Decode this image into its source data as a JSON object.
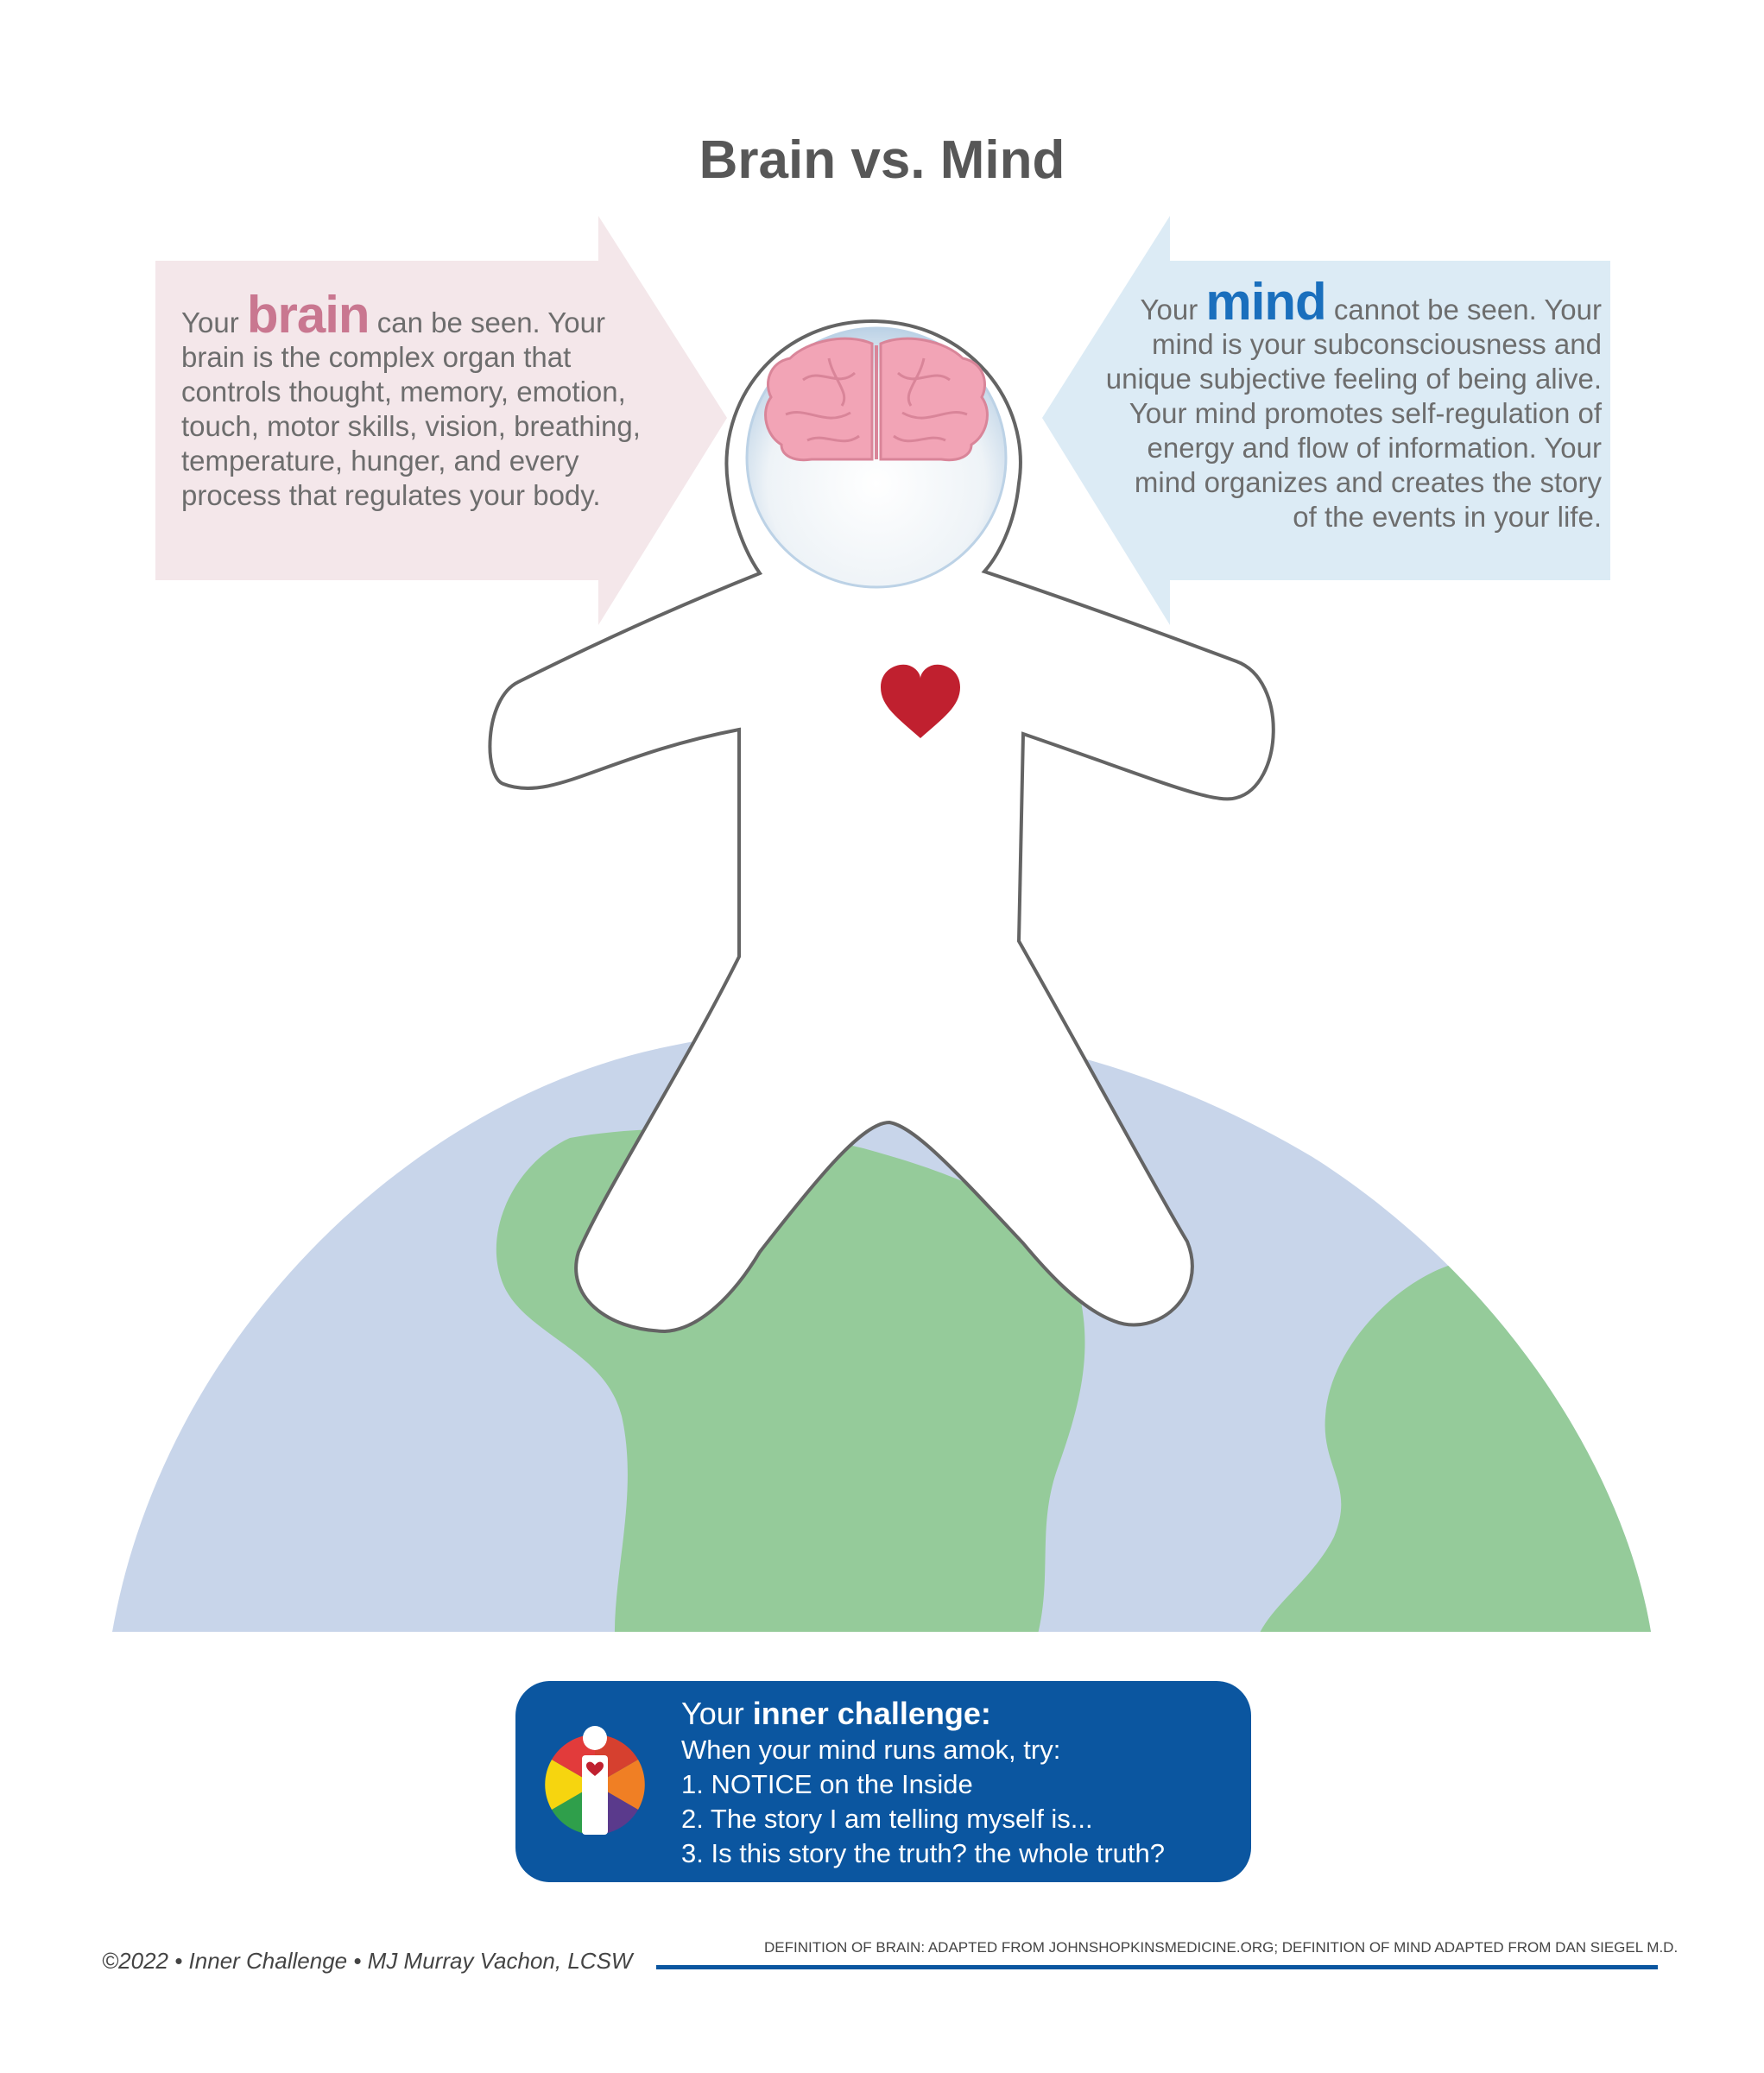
{
  "title": "Brain vs. Mind",
  "brain_panel": {
    "prefix": "Your",
    "keyword": "brain",
    "lead": "can be seen. Your",
    "lines": [
      "brain is the complex organ that",
      "controls thought, memory, emotion,",
      "touch, motor skills, vision, breathing,",
      "temperature, hunger, and every",
      "process that regulates your body."
    ]
  },
  "mind_panel": {
    "prefix": "Your",
    "keyword": "mind",
    "lead": "cannot be seen. Your",
    "lines": [
      "mind is your subconsciousness and",
      "unique subjective feeling of being alive.",
      "Your mind promotes self-regulation of",
      "energy and flow of information. Your",
      "mind organizes and creates the story",
      "of the events in your life."
    ]
  },
  "challenge": {
    "heading_prefix": "Your",
    "heading_bold": "inner challenge:",
    "intro": "When your mind runs amok, try:",
    "steps": [
      "1. NOTICE on the Inside",
      "2. The story I am telling myself is...",
      "3. Is this story the truth? the whole truth?"
    ]
  },
  "footer": {
    "credit": "©2022 • Inner Challenge • MJ Murray Vachon, LCSW",
    "sources": "DEFINITION OF BRAIN: ADAPTED FROM JOHNSHOPKINSMEDICINE.ORG; DEFINITION OF MIND ADAPTED FROM DAN SIEGEL M.D."
  },
  "colors": {
    "brain_arrow": "#f4e7ea",
    "mind_arrow": "#dcebf5",
    "brain_accent": "#c97790",
    "mind_accent": "#1a6fbd",
    "ocean": "#c8d5ea",
    "land": "#95cb9a",
    "heart": "#c0202f",
    "brain_pink": "#f2a4b6",
    "challenge_bg": "#0b56a0"
  },
  "icons": {
    "figure": "gingerbread-figure",
    "brain": "brain-icon",
    "heart": "heart-icon",
    "globe": "earth-globe",
    "logo": "inner-challenge-logo"
  }
}
